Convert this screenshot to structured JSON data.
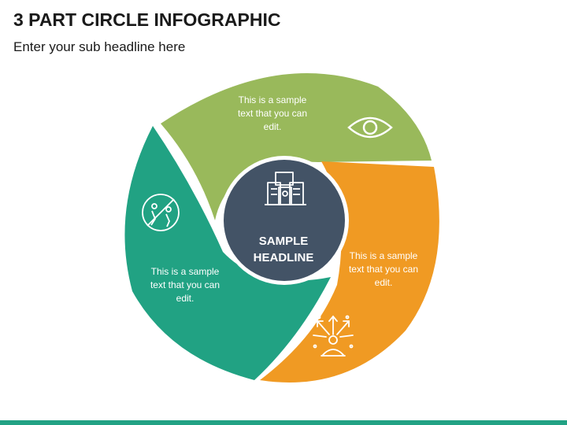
{
  "header": {
    "title": "3 PART CIRCLE INFOGRAPHIC",
    "subtitle": "Enter your sub headline here"
  },
  "center": {
    "line1": "SAMPLE",
    "line2": "HEADLINE",
    "icon": "buildings-icon",
    "color": "#435366"
  },
  "segments": [
    {
      "id": "top",
      "color": "#99b95b",
      "text": [
        "This is a sample",
        "text that you can",
        "edit."
      ],
      "icon": "eye-icon"
    },
    {
      "id": "right",
      "color": "#f09a23",
      "text": [
        "This is a sample",
        "text that you can",
        "edit."
      ],
      "icon": "directions-arrows-icon"
    },
    {
      "id": "left",
      "color": "#21a283",
      "text": [
        "This is a sample",
        "text that you can",
        "edit."
      ],
      "icon": "no-climbing-icon"
    }
  ]
}
